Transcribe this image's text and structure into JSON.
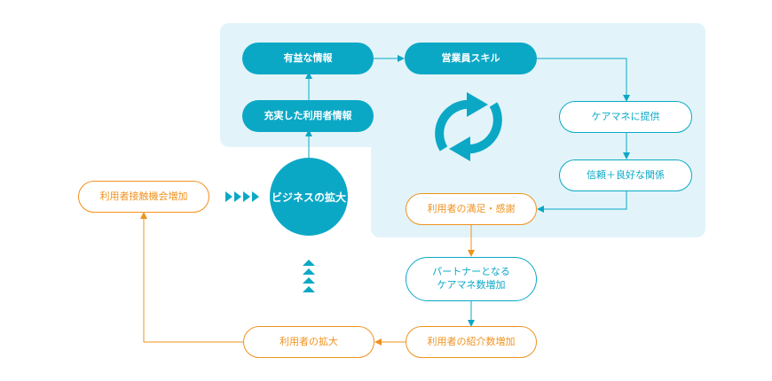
{
  "colors": {
    "accent_blue": "#0ba8c6",
    "accent_orange": "#f0921e",
    "panel_bg": "#e2f4f9"
  },
  "nodes": {
    "useful_info": "有益な情報",
    "sales_skill": "営業員スキル",
    "rich_user_info": "充実した利用者情報",
    "provide_to_caremanager": "ケアマネに提供",
    "trust_relationship": "信頼＋良好な関係",
    "business_expansion": "ビジネスの拡大",
    "user_contact_increase": "利用者接触機会増加",
    "user_satisfaction": "利用者の満足・感謝",
    "partner_caremanager_increase": "パートナーとなる\nケアマネ数増加",
    "referral_increase": "利用者の紹介数増加",
    "user_expansion": "利用者の拡大"
  },
  "icons": {
    "cycle": "refresh-cycle-icon",
    "right_chevrons": "chevron-right-icon",
    "up_chevrons": "chevron-up-icon"
  }
}
